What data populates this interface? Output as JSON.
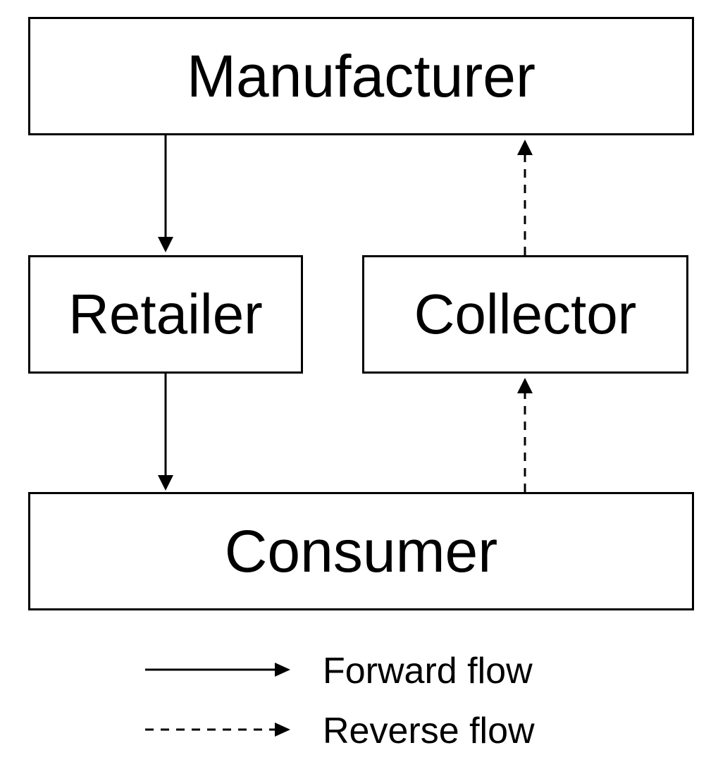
{
  "nodes": {
    "manufacturer": "Manufacturer",
    "retailer": "Retailer",
    "collector": "Collector",
    "consumer": "Consumer"
  },
  "edges": [
    {
      "from": "Manufacturer",
      "to": "Retailer",
      "style": "solid"
    },
    {
      "from": "Retailer",
      "to": "Consumer",
      "style": "solid"
    },
    {
      "from": "Consumer",
      "to": "Collector",
      "style": "dashed"
    },
    {
      "from": "Collector",
      "to": "Manufacturer",
      "style": "dashed"
    }
  ],
  "legend": {
    "forward": "Forward flow",
    "reverse": "Reverse flow"
  },
  "colors": {
    "stroke": "#000000",
    "background": "#ffffff"
  }
}
